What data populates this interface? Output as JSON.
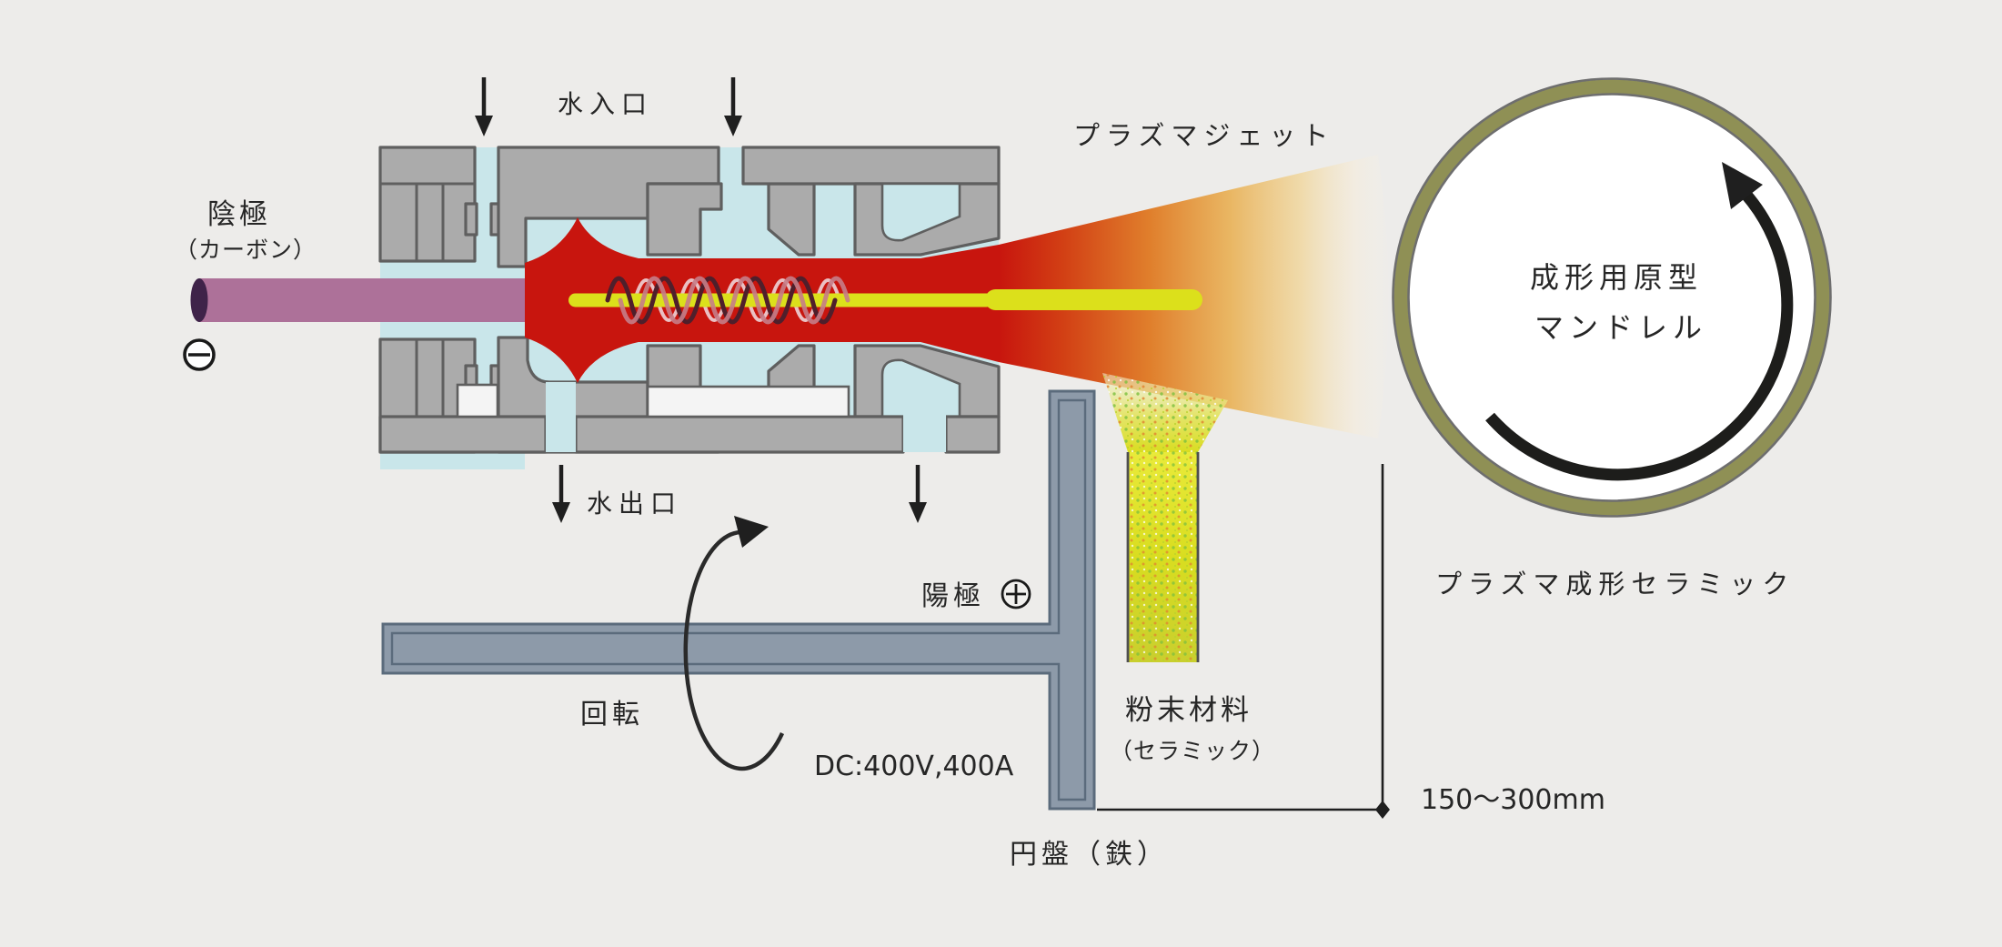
{
  "labels": {
    "water_inlet": "水入口",
    "cathode": "陰極",
    "cathode_sub": "（カーボン）",
    "water_outlet": "水出口",
    "plasma_jet": "プラズマジェット",
    "mandrel_line1": "成形用原型",
    "mandrel_line2": "マンドレル",
    "formed_ceramic": "プラズマ成形セラミック",
    "anode": "陽極",
    "rotation": "回転",
    "dc_power": "DC:400V,400A",
    "powder_line1": "粉末材料",
    "powder_line2": "（セラミック）",
    "disk": "円盤（鉄）",
    "spray_distance": "150〜300mm"
  },
  "colors": {
    "background": "#edecea",
    "text": "#262626",
    "plasma_red": "#c8150e",
    "jet_orange": "#e07f2c",
    "beam_yellow": "#dce01b",
    "water_blue": "#c9e6ea",
    "metal_gray": "#ababab",
    "metal_outline": "#5f5f5f",
    "cathode_purple": "#ad7199",
    "cathode_cap": "#3f2349",
    "disk_slate": "#8d9aa9",
    "disk_outline": "#5b6b7c",
    "mandrel_olive": "#8f9055",
    "powder_yellow": "#d9dd20",
    "white_cavity": "#f4f4f4"
  }
}
